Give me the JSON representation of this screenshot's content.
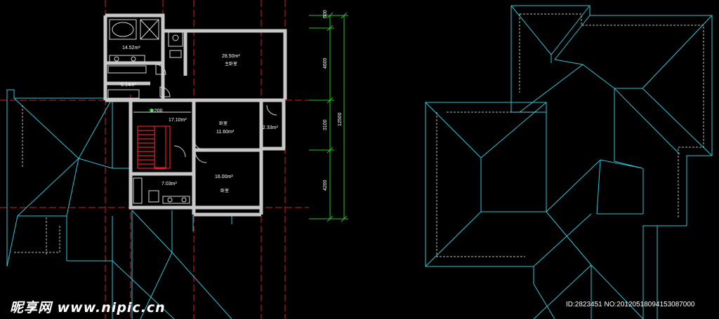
{
  "rooms": {
    "bath_area": "14.52m²",
    "closet_area": "6.14m²",
    "master_area": "28.50m²",
    "master_name": "主卧室",
    "hall_area": "17.10m²",
    "bed1_name": "卧室",
    "bed1_area": "11.60m²",
    "balcony_area": "2.33m²",
    "bed2_area": "16.00m²",
    "bed2_name": "卧室",
    "wc_area": "7.03m²",
    "stair_level": "3.200"
  },
  "dimensions": {
    "d1": "600",
    "d2": "4600",
    "d3": "3100",
    "d4": "4200",
    "total": "12500"
  },
  "watermark": "昵享网 www.nipic.cn",
  "image_id": "ID:2823451 NO:20120518094153087000",
  "colors": {
    "background": "#000000",
    "roof_lines": "#2ec4d6",
    "axis_lines": "#d0212a",
    "walls": "#c8c8c8",
    "dimensions": "#22c422",
    "stairs": "#e0202a"
  }
}
